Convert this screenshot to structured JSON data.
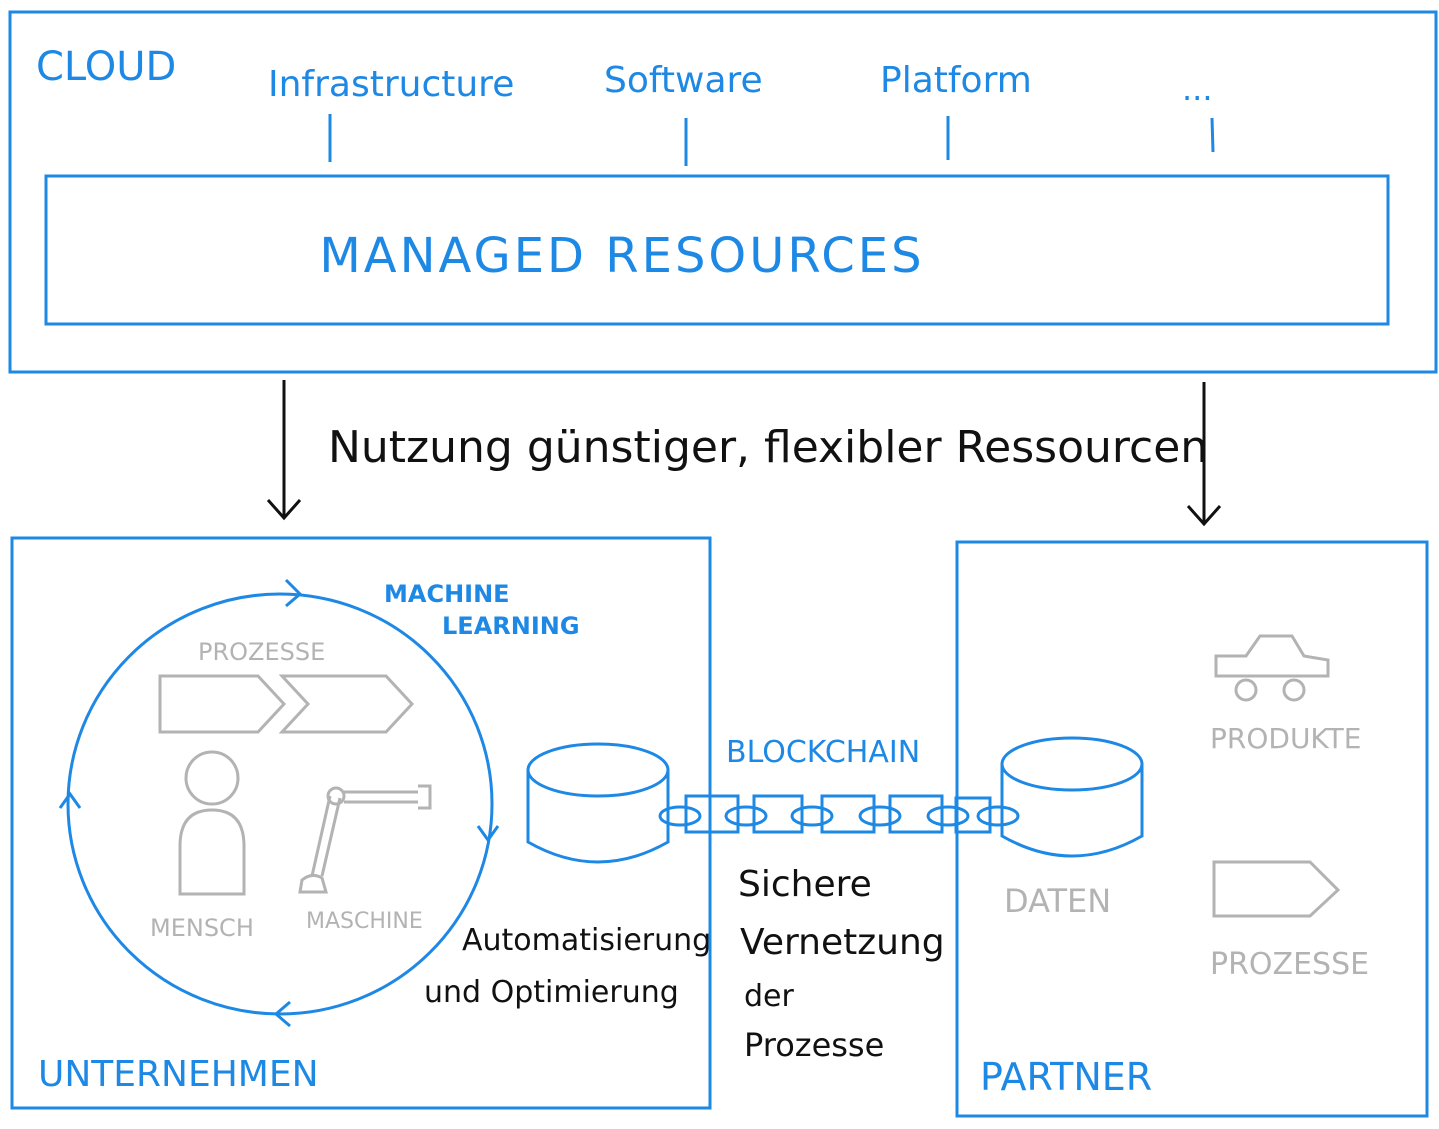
{
  "colors": {
    "accent": "#1e88e5",
    "ink": "#111111",
    "muted": "#b3b3b3"
  },
  "cloud": {
    "label": "CLOUD",
    "services": [
      "Infrastructure",
      "Software",
      "Platform",
      "..."
    ],
    "resources_label": "MANAGED RESOURCES"
  },
  "flow": {
    "label": "Nutzung günstiger, flexibler Ressourcen"
  },
  "enterprise": {
    "label": "UNTERNEHMEN",
    "ml_line1": "MACHINE",
    "ml_line2": "LEARNING",
    "processes_label": "PROZESSE",
    "human_label": "MENSCH",
    "machine_label": "MASCHINE",
    "automation_line1": "Automatisierung",
    "automation_line2": "und Optimierung"
  },
  "blockchain": {
    "label": "BLOCKCHAIN",
    "note_line1": "Sichere",
    "note_line2": "Vernetzung",
    "note_line3": "der",
    "note_line4": "Prozesse"
  },
  "partner": {
    "label": "PARTNER",
    "data_label": "DATEN",
    "products_label": "PRODUKTE",
    "processes_label": "PROZESSE"
  }
}
